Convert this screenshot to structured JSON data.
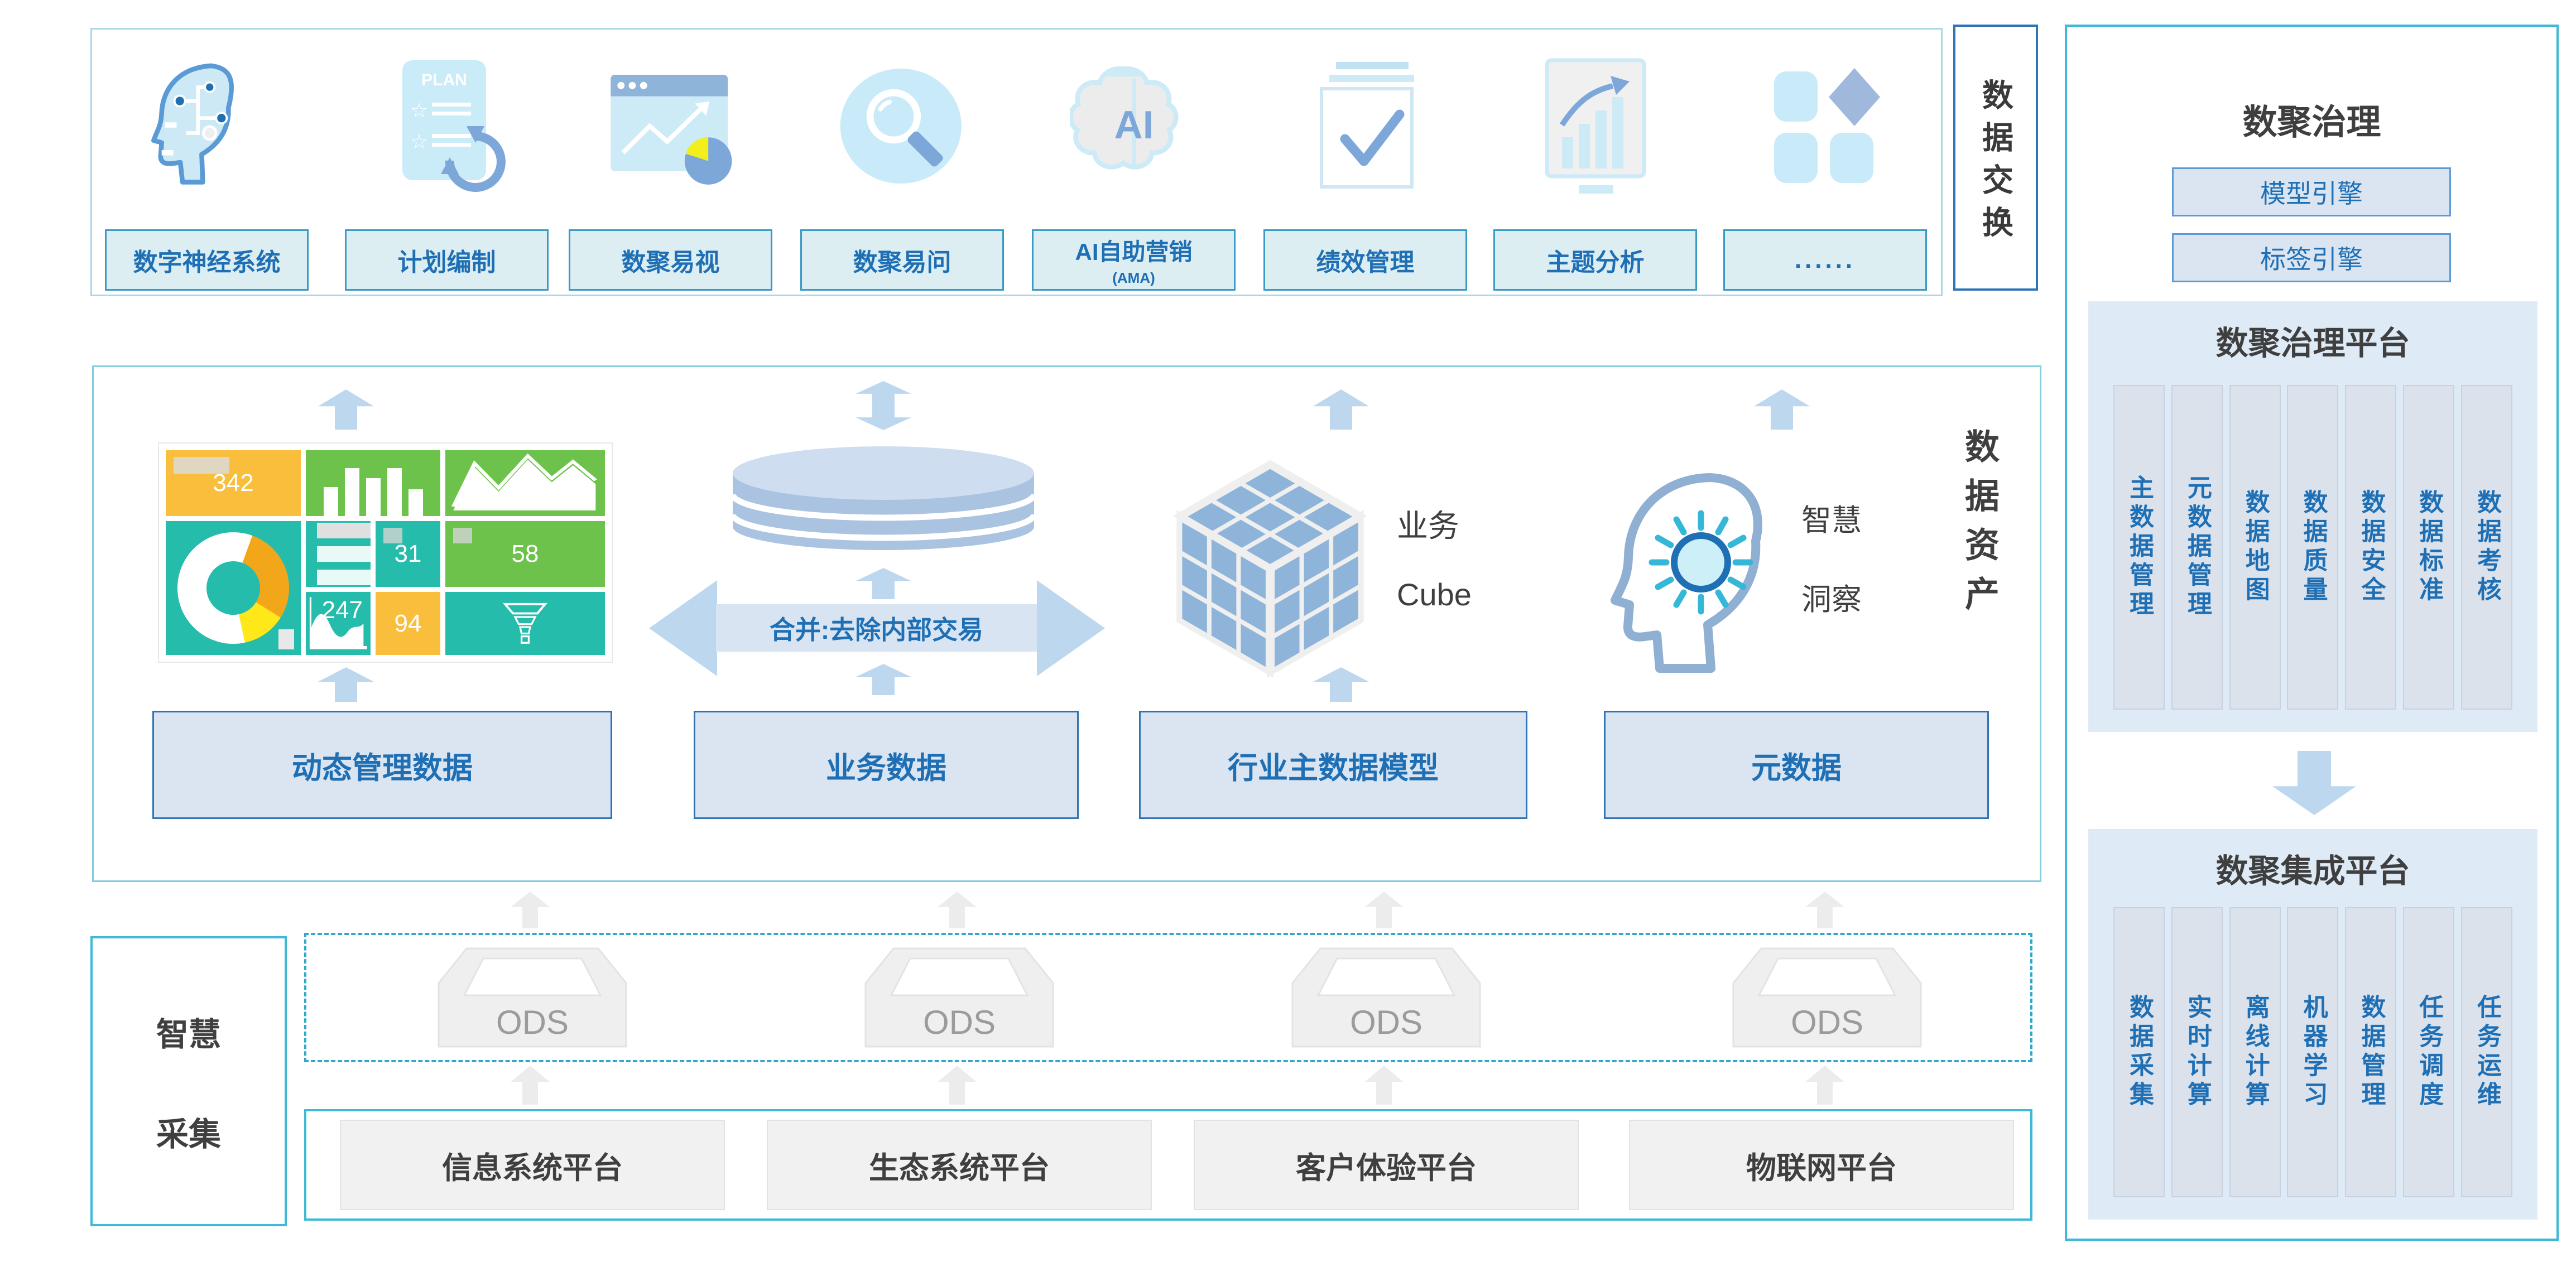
{
  "colors": {
    "blue_text": "#1F6FB5",
    "dark_text": "#3F3F3F",
    "app_box_fill": "#DDEEF2",
    "app_box_border": "#3A9AC6",
    "data_box_fill": "#DBE5F1",
    "data_box_border": "#2E75B6",
    "panel_fill": "#DEEBF7",
    "column_fill": "#DBE2EC",
    "cyan_border": "#3FB9D6",
    "dashed_border": "#2FA8CC",
    "light_cyan_border": "#A9D8E8",
    "arrow_blue": "#BDD7EE",
    "arrow_gray": "#ECECEC",
    "tile_yellow": "#F9BE3B",
    "tile_green": "#6CC24A",
    "tile_teal": "#26BCAC",
    "cylinder_body": "#A9C3E1",
    "cube_face": "#8FB4D9",
    "gray_box": "#F1F1F1"
  },
  "top_apps": {
    "items": [
      {
        "label": "数字神经系统",
        "icon": "neural-head-icon"
      },
      {
        "label": "计划编制",
        "icon": "plan-document-icon"
      },
      {
        "label": "数聚易视",
        "icon": "chart-window-icon"
      },
      {
        "label": "数聚易问",
        "icon": "magnifier-icon"
      },
      {
        "label": "AI自助营销",
        "sublabel": "(AMA)",
        "icon": "ai-brain-icon"
      },
      {
        "label": "绩效管理",
        "icon": "check-doc-icon"
      },
      {
        "label": "主题分析",
        "icon": "trend-card-icon"
      },
      {
        "label": "......",
        "icon": "app-grid-icon"
      }
    ]
  },
  "data_exchange": {
    "label": "数据交换"
  },
  "data_asset": {
    "label": "数据资产",
    "dashboard": {
      "kpi_main": "342",
      "kpi_a": "31",
      "kpi_b": "58",
      "kpi_c": "247",
      "kpi_d": "94"
    },
    "cube_label": [
      "业务",
      "Cube"
    ],
    "insight_label": [
      "智慧",
      "洞察"
    ],
    "merge_arrow_label": "合并:去除内部交易",
    "boxes": [
      "动态管理数据",
      "业务数据",
      "行业主数据模型",
      "元数据"
    ]
  },
  "smart_collection": {
    "label": [
      "智慧",
      "采集"
    ],
    "ods_label": "ODS",
    "platforms": [
      "信息系统平台",
      "生态系统平台",
      "客户体验平台",
      "物联网平台"
    ]
  },
  "governance": {
    "title": "数聚治理",
    "engines": [
      "模型引擎",
      "标签引擎"
    ],
    "governance_platform": {
      "title": "数聚治理平台",
      "columns": [
        "主数据管理",
        "元数据管理",
        "数据地图",
        "数据质量",
        "数据安全",
        "数据标准",
        "数据考核"
      ]
    },
    "integration_platform": {
      "title": "数聚集成平台",
      "columns": [
        "数据采集",
        "实时计算",
        "离线计算",
        "机器学习",
        "数据管理",
        "任务调度",
        "任务运维"
      ]
    }
  }
}
